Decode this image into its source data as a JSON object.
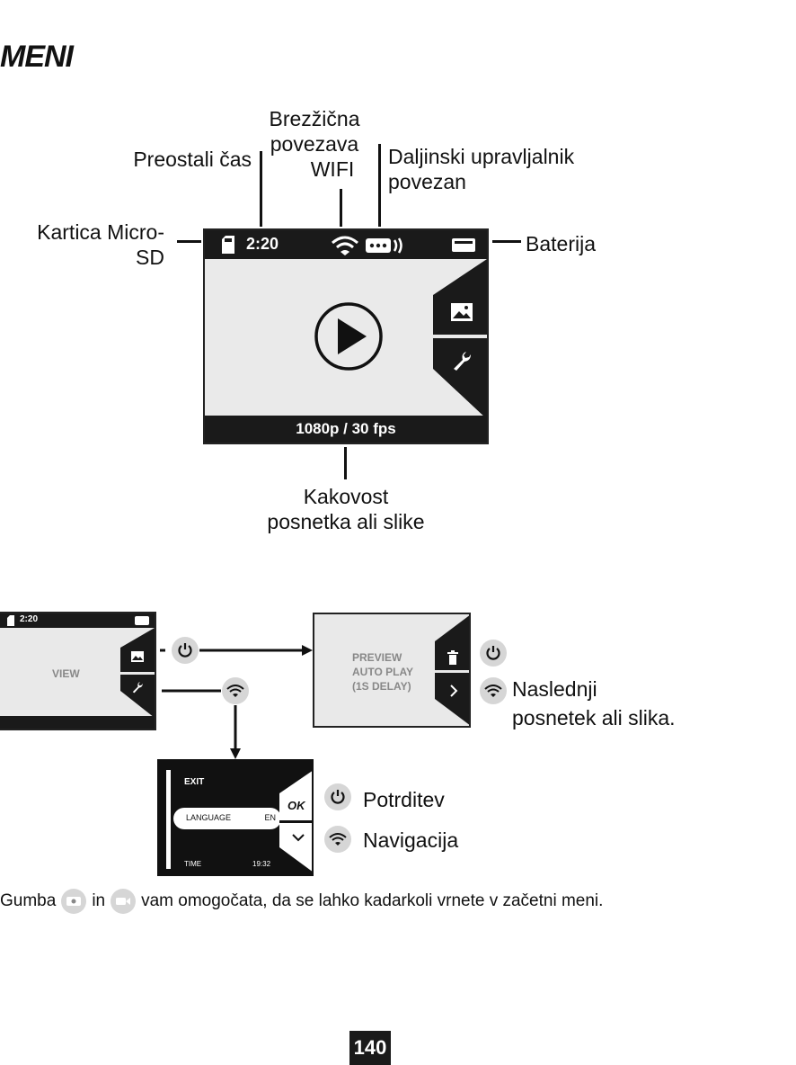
{
  "page": {
    "title": "MENI",
    "number": "140"
  },
  "labels": {
    "wireless_l1": "Brezžična",
    "wireless_l2": "povezava",
    "wireless_l3": "WIFI",
    "remaining_time": "Preostali čas",
    "remote_l1": "Daljinski upravljalnik",
    "remote_l2": "povezan",
    "card_l1": "Kartica Micro-",
    "card_l2": "SD",
    "battery": "Baterija",
    "quality_l1": "Kakovost",
    "quality_l2": "posnetka ali slike"
  },
  "screen": {
    "time": "2:20",
    "quality": "1080p / 30 fps"
  },
  "view_screen": {
    "time": "2:20",
    "label": "VIEW"
  },
  "preview_screen": {
    "line1": "PREVIEW",
    "line2": "AUTO PLAY",
    "line3": "(1S DELAY)"
  },
  "preview_legend": {
    "next_l1": "Naslednji",
    "next_l2": "posnetek ali slika."
  },
  "settings_screen": {
    "exit": "EXIT",
    "language_label": "LANGUAGE",
    "language_value": "EN",
    "time_label": "TIME",
    "time_value": "19:32",
    "ok": "OK"
  },
  "legend": {
    "confirm": "Potrditev",
    "navigation": "Navigacija"
  },
  "footer": {
    "part1": "Gumba",
    "part2": "in",
    "part3": "vam omogočata, da se lahko kadarkoli vrnete v začetni meni."
  },
  "icons": [
    "sd-card-icon",
    "wifi-icon",
    "remote-icon",
    "battery-icon",
    "image-icon",
    "wrench-icon",
    "play-icon",
    "power-icon",
    "trash-icon",
    "chevron-right-icon",
    "chevron-down-icon",
    "photo-button-icon",
    "video-button-icon"
  ]
}
